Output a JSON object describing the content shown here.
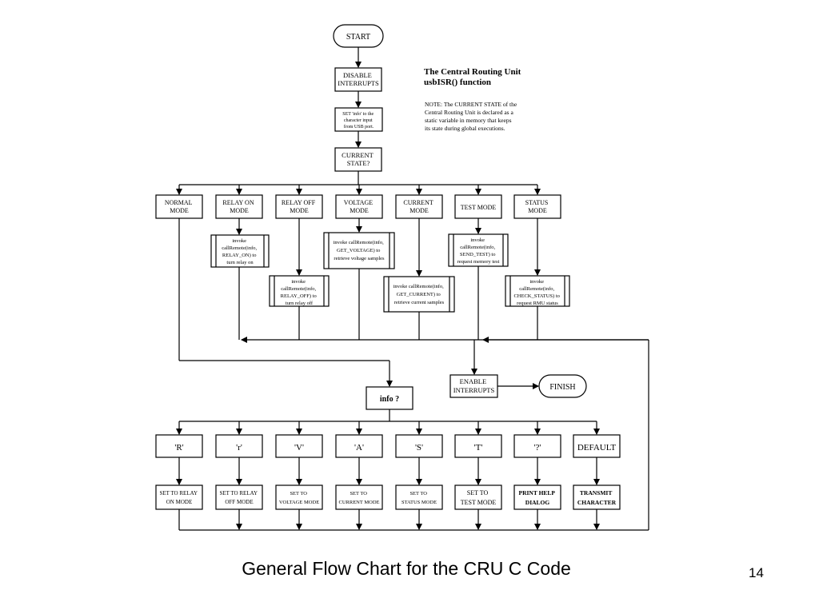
{
  "diagram": {
    "title_line1": "The Central Routing Unit",
    "title_line2": "usbISR() function",
    "note_lines": [
      "NOTE: The CURRENT STATE of the",
      "Central Routing Unit is declared as a",
      "static variable in memory that keeps",
      "its state during global executions."
    ],
    "start": "START",
    "disable": [
      "DISABLE",
      "INTERRUPTS"
    ],
    "set_info": [
      "SET 'info' to the",
      "character input",
      "from USB port."
    ],
    "current_state": [
      "CURRENT",
      "STATE?"
    ],
    "modes": [
      [
        "NORMAL",
        "MODE"
      ],
      [
        "RELAY ON",
        "MODE"
      ],
      [
        "RELAY OFF",
        "MODE"
      ],
      [
        "VOLTAGE",
        "MODE"
      ],
      [
        "CURRENT",
        "MODE"
      ],
      [
        "TEST MODE"
      ],
      [
        "STATUS",
        "MODE"
      ]
    ],
    "invokes": [
      [
        "invoke",
        "callRemote(info,",
        "RELAY_ON) to",
        "turn relay on"
      ],
      [
        "invoke",
        "callRemote(info,",
        "RELAY_OFF) to",
        "turn relay off"
      ],
      [
        "invoke callRemote(info,",
        "GET_VOLTAGE) to",
        "retrieve voltage samples"
      ],
      [
        "invoke callRemote(info,",
        "GET_CURRENT) to",
        "retrieve current samples"
      ],
      [
        "invoke",
        "callRemote(info,",
        "SEND_TEST) to",
        "request memory test"
      ],
      [
        "invoke",
        "callRemote(info,",
        "CHECK_STATUS) to",
        "request RMU status"
      ]
    ],
    "enable": [
      "ENABLE",
      "INTERRUPTS"
    ],
    "finish": "FINISH",
    "info_q": "info ?",
    "cases": [
      "'R'",
      "'r'",
      "'V'",
      "'A'",
      "'S'",
      "'T'",
      "'?'",
      "DEFAULT"
    ],
    "actions": [
      [
        "SET TO RELAY",
        "ON MODE"
      ],
      [
        "SET TO RELAY",
        "OFF MODE"
      ],
      [
        "SET TO",
        "VOLTAGE MODE"
      ],
      [
        "SET TO",
        "CURRENT MODE"
      ],
      [
        "SET TO",
        "STATUS MODE"
      ],
      [
        "SET TO",
        "TEST MODE"
      ],
      [
        "PRINT HELP",
        "DIALOG"
      ],
      [
        "TRANSMIT",
        "CHARACTER"
      ]
    ]
  },
  "caption": "General Flow Chart for the CRU C Code",
  "page_number": "14"
}
